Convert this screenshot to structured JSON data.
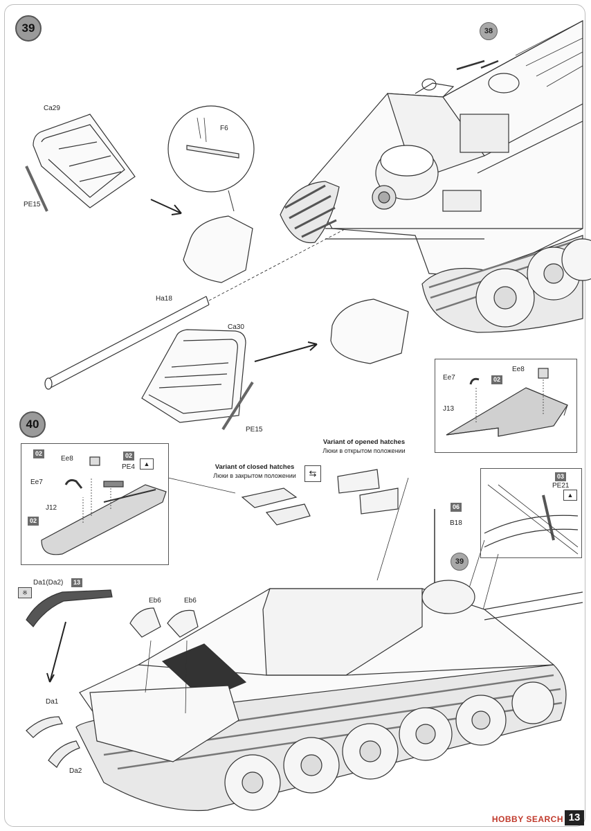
{
  "steps": {
    "s39": "39",
    "s40": "40"
  },
  "refs": {
    "r38": "38",
    "r39": "39"
  },
  "part_labels": {
    "ca29": "Ca29",
    "pe15_top": "PE15",
    "f6": "F6",
    "ha18": "Ha18",
    "ca30": "Ca30",
    "pe15_bottom": "PE15",
    "ee7_right": "Ee7",
    "ee8_right": "Ee8",
    "j13": "J13",
    "ee8_left": "Ee8",
    "pe4": "PE4",
    "ee7_left": "Ee7",
    "j12": "J12",
    "b18": "B18",
    "pe21": "PE21",
    "da1da2": "Da1(Da2)",
    "da1": "Da1",
    "da2": "Da2",
    "eb6_a": "Eb6",
    "eb6_b": "Eb6"
  },
  "color_codes": {
    "c02_right": "02",
    "c02_left_top": "02",
    "c02_pe4": "02",
    "c02_left_j12": "02",
    "c06": "06",
    "c03": "03",
    "c13": "13"
  },
  "notes": {
    "closed_en": "Variant of closed hatches",
    "closed_ru": "Люки в закрытом положении",
    "opened_en": "Variant of opened hatches",
    "opened_ru": "Люки в открытом положении"
  },
  "page_number": "13",
  "watermark": "HOBBY SEARCH",
  "colors": {
    "code_box": "#6b6b6b",
    "step_circle": "#9a9a9a",
    "watermark": "#c0392b"
  }
}
